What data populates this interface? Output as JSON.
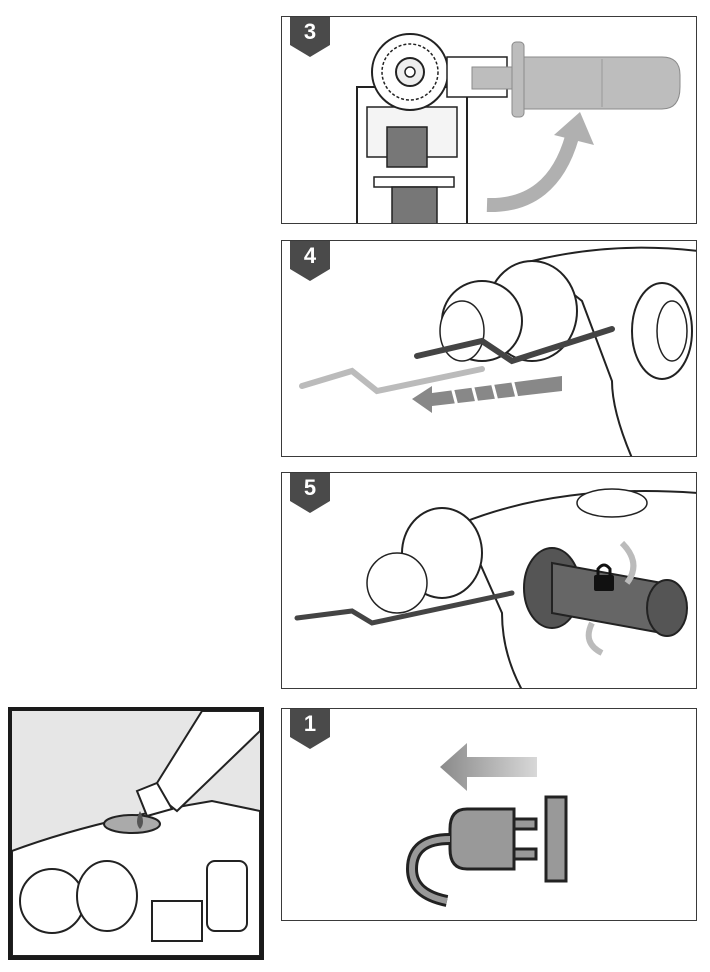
{
  "steps": [
    {
      "number": "3"
    },
    {
      "number": "4"
    },
    {
      "number": "5"
    },
    {
      "number": "1"
    }
  ],
  "colors": {
    "frame": "#3a3a3a",
    "badge": "#4a4a4a",
    "tool_grey": "#bdbdbd",
    "arrow_grey": "#9a9a9a"
  },
  "icons": [
    "side-handle-icon",
    "rotate-arrow-icon",
    "depth-rod-icon",
    "slide-arrow-icon",
    "lock-icon",
    "unplug-icon",
    "power-plug-icon",
    "oil-tube-icon"
  ]
}
